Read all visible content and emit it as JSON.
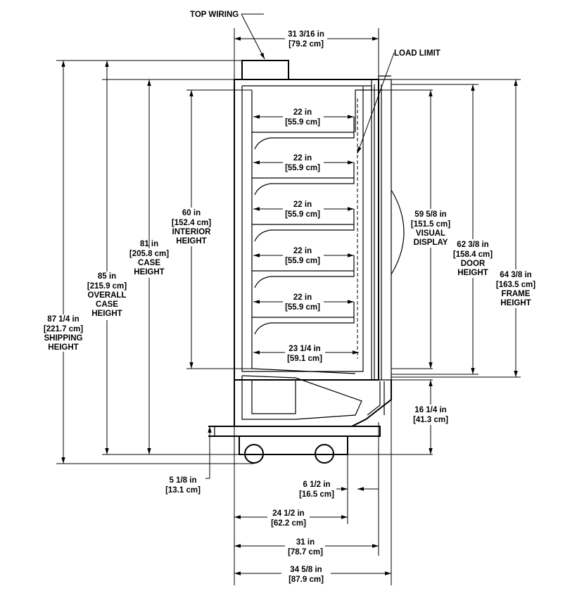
{
  "callouts": {
    "top_wiring": "TOP WIRING",
    "load_limit": "LOAD LIMIT"
  },
  "dimensions": {
    "top_width": [
      "31 3/16 in",
      "[79.2 cm]"
    ],
    "shelf_1": [
      "22 in",
      "[55.9 cm]"
    ],
    "shelf_2": [
      "22 in",
      "[55.9 cm]"
    ],
    "shelf_3": [
      "22 in",
      "[55.9 cm]"
    ],
    "shelf_4": [
      "22 in",
      "[55.9 cm]"
    ],
    "shelf_5": [
      "22 in",
      "[55.9 cm]"
    ],
    "bottom_deck": [
      "23 1/4 in",
      "[59.1 cm]"
    ],
    "interior_height": [
      "60 in",
      "[152.4 cm]",
      "INTERIOR",
      "HEIGHT"
    ],
    "case_height": [
      "81 in",
      "[205.8 cm]",
      "CASE",
      "HEIGHT"
    ],
    "overall_case_height": [
      "85 in",
      "[215.9 cm]",
      "OVERALL",
      "CASE",
      "HEIGHT"
    ],
    "shipping_height": [
      "87 1/4 in",
      "[221.7 cm]",
      "SHIPPING",
      "HEIGHT"
    ],
    "visual_display": [
      "59 5/8 in",
      "[151.5 cm]",
      "VISUAL",
      "DISPLAY"
    ],
    "door_height": [
      "62 3/8 in",
      "[158.4 cm]",
      "DOOR",
      "HEIGHT"
    ],
    "frame_height": [
      "64 3/8 in",
      "[163.5 cm]",
      "FRAME",
      "HEIGHT"
    ],
    "base_height": [
      "16 1/4 in",
      "[41.3 cm]"
    ],
    "caster_height": [
      "5 1/8 in",
      "[13.1 cm]"
    ],
    "door_depth": [
      "6 1/2 in",
      "[16.5 cm]"
    ],
    "base_depth": [
      "24 1/2 in",
      "[62.2 cm]"
    ],
    "case_depth": [
      "31 in",
      "[78.7 cm]"
    ],
    "overall_depth": [
      "34 5/8 in",
      "[87.9 cm]"
    ]
  }
}
